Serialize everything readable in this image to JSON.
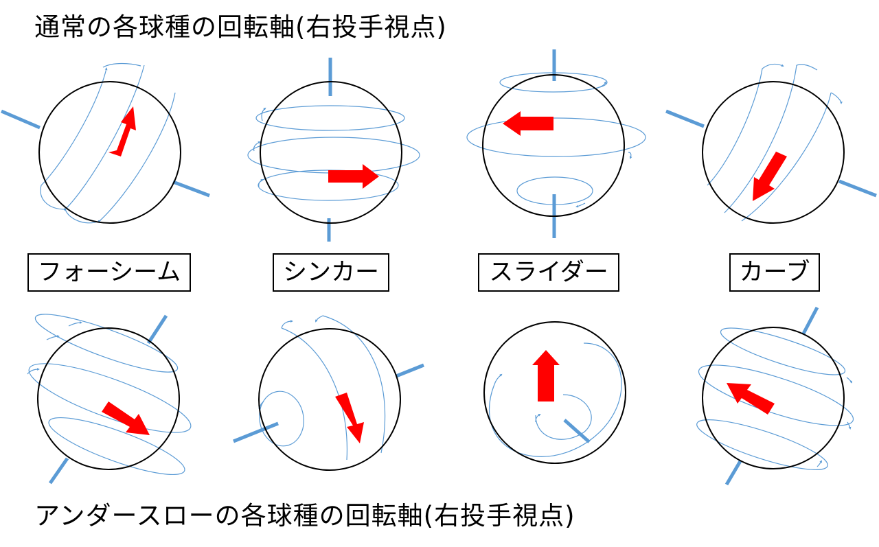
{
  "titles": {
    "overhand": "通常の各球種の回転軸(右投手視点)",
    "underhand": "アンダースローの各球種の回転軸(右投手視点)"
  },
  "pitches": [
    {
      "key": "four-seam",
      "label": "フォーシーム"
    },
    {
      "key": "sinker",
      "label": "シンカー"
    },
    {
      "key": "slider",
      "label": "スライダー"
    },
    {
      "key": "curve",
      "label": "カーブ"
    }
  ],
  "colors": {
    "axis": "#5B9BD5",
    "spin_line": "#5B9BD5",
    "arrow": "#FF0000",
    "ball_outline": "#000000"
  }
}
